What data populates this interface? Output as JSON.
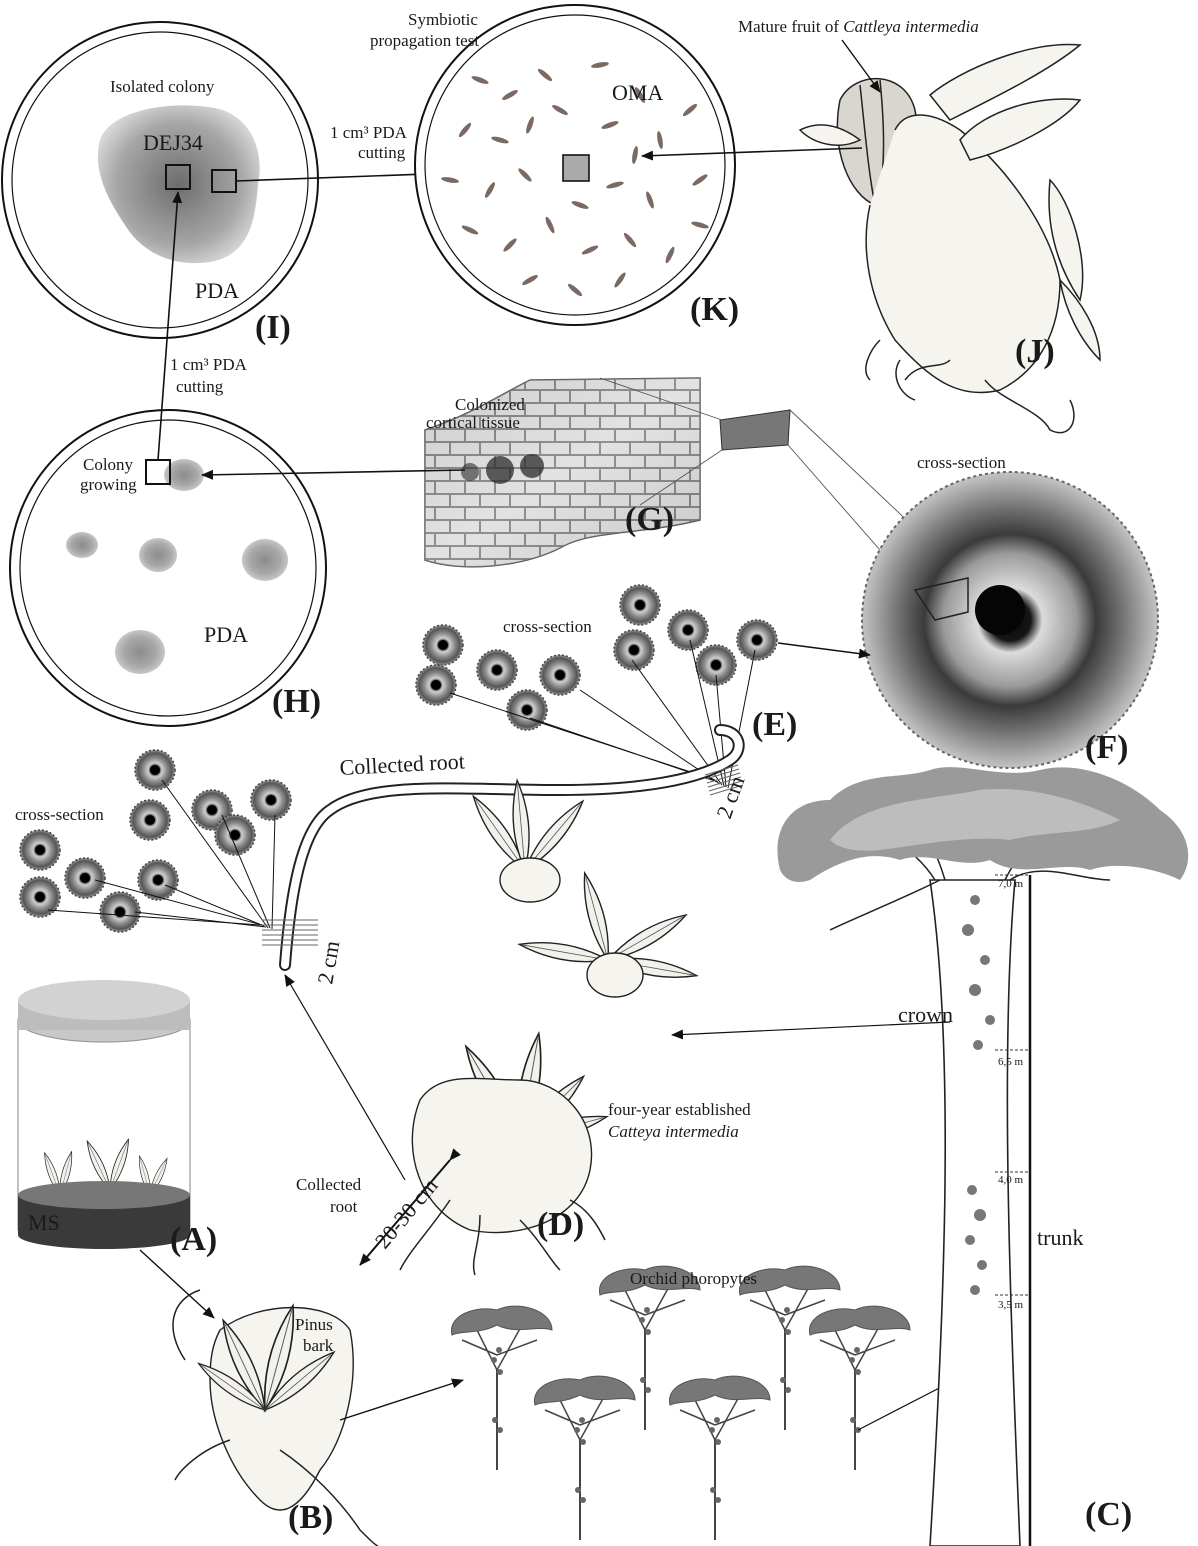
{
  "panels": {
    "A": "(A)",
    "B": "(B)",
    "C": "(C)",
    "D": "(D)",
    "E": "(E)",
    "F": "(F)",
    "G": "(G)",
    "H": "(H)",
    "I": "(I)",
    "J": "(J)",
    "K": "(K)"
  },
  "plate_I": {
    "title": "Isolated colony",
    "strain": "DEJ34",
    "medium": "PDA",
    "cutting_line1": "1 cm³ PDA",
    "cutting_line2": "cutting"
  },
  "plate_K": {
    "title_line1": "Symbiotic",
    "title_line2": "propagation test",
    "medium": "OMA"
  },
  "plate_H": {
    "colony_line1": "Colony",
    "colony_line2": "growing",
    "medium": "PDA",
    "cutting_line1": "1 cm³ PDA",
    "cutting_line2": "cutting"
  },
  "fruit_label": {
    "prefix": "Mature fruit of ",
    "species": "Cattleya intermedia"
  },
  "tissue_label": {
    "line1": "Colonized",
    "line2": "cortical tissue"
  },
  "cross_section": "cross-section",
  "collected_root": "Collected root",
  "length_2cm": "2 cm",
  "plant_D": {
    "line1": "four-year established",
    "species": "Catteya intermedia"
  },
  "collected_root_D": {
    "line1": "Collected",
    "line2": "root",
    "distance": "20-30 cm"
  },
  "jar_medium": "MS",
  "pinus": {
    "line1": "Pinus",
    "line2": "bark"
  },
  "phorophytes": "Orchid phoropytes",
  "tree": {
    "crown": "crown",
    "trunk": "trunk",
    "heights": [
      "7,0 m",
      "6,5 m",
      "4,0 m",
      "3,5 m"
    ]
  }
}
